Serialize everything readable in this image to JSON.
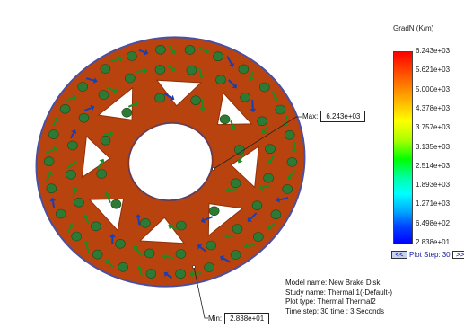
{
  "legend": {
    "title": "GradN (K/m)",
    "ticks": [
      "6.243e+03",
      "5.621e+03",
      "5.000e+03",
      "4.378e+03",
      "3.757e+03",
      "3.135e+03",
      "2.514e+03",
      "1.893e+03",
      "1.271e+03",
      "6.498e+02",
      "2.838e+01"
    ]
  },
  "plot_step": {
    "prev_label": "<<",
    "label": "Plot Step:",
    "value": "30",
    "next_label": ">>"
  },
  "info": {
    "model": "Model name: New Brake Disk",
    "study": "Study name: Thermal 1(-Default-)",
    "plot_type": "Plot type: Thermal Thermal2",
    "time": "Time step: 30   time : 3 Seconds"
  },
  "max_callout": {
    "label": "Max:",
    "value": "6.243e+03"
  },
  "min_callout": {
    "label": "Min:",
    "value": "2.838e+01"
  },
  "colors": {
    "disk": "#b9430f",
    "disk_edge": "#8e300a",
    "rim": "#4a4fa0",
    "hole": "#2c7a33",
    "arrow_green": "#1f8a22",
    "arrow_blue": "#1a3fb0"
  }
}
